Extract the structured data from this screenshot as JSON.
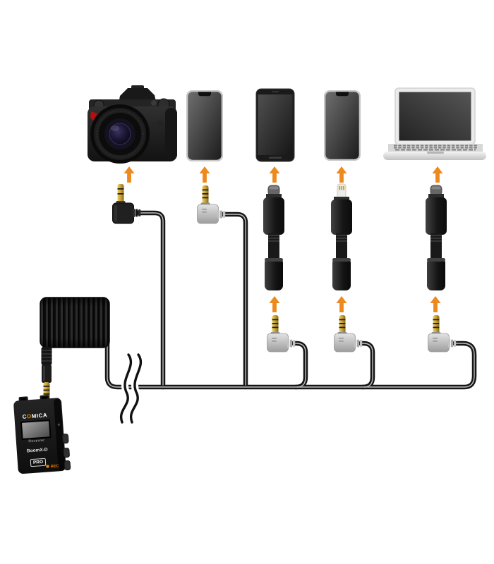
{
  "colors": {
    "background": "#ffffff",
    "arrow_orange": "#ED8A1F",
    "cable_black": "#161616",
    "cable_highlight": "#dcdcdc",
    "gold_plug": "#D3AC3F",
    "gray_plug_body": "#C9C9C9",
    "brand_orange": "#F08200"
  },
  "receiver": {
    "brand_c": "C",
    "brand_o": "O",
    "brand_rest": "MICA",
    "screen_label": "Receiver",
    "model_name": "BoomX-D",
    "model_badge": "PRO",
    "rec_label": "REC"
  },
  "devices": [
    {
      "id": "dslr-camera",
      "kind": "camera"
    },
    {
      "id": "smartphone-with-notch-1",
      "kind": "phone"
    },
    {
      "id": "smartphone-full-screen",
      "kind": "phone"
    },
    {
      "id": "smartphone-with-notch-2",
      "kind": "phone"
    },
    {
      "id": "laptop",
      "kind": "laptop"
    }
  ],
  "adapters": [
    {
      "id": "usb-c-to-3.5mm-adapter-1",
      "connector": "USB-C"
    },
    {
      "id": "lightning-to-3.5mm-adapter",
      "connector": "Lightning"
    },
    {
      "id": "usb-c-to-3.5mm-adapter-2",
      "connector": "USB-C"
    }
  ],
  "connectors": [
    {
      "id": "right-angle-3.5mm-black",
      "target": "dslr-camera"
    },
    {
      "id": "right-angle-3.5mm-gray-1",
      "target": "smartphone-with-notch-1"
    },
    {
      "id": "right-angle-3.5mm-gray-2",
      "target": "usb-c-to-3.5mm-adapter-1"
    },
    {
      "id": "right-angle-3.5mm-gray-3",
      "target": "lightning-to-3.5mm-adapter"
    },
    {
      "id": "right-angle-3.5mm-gray-4",
      "target": "usb-c-to-3.5mm-adapter-2"
    }
  ]
}
